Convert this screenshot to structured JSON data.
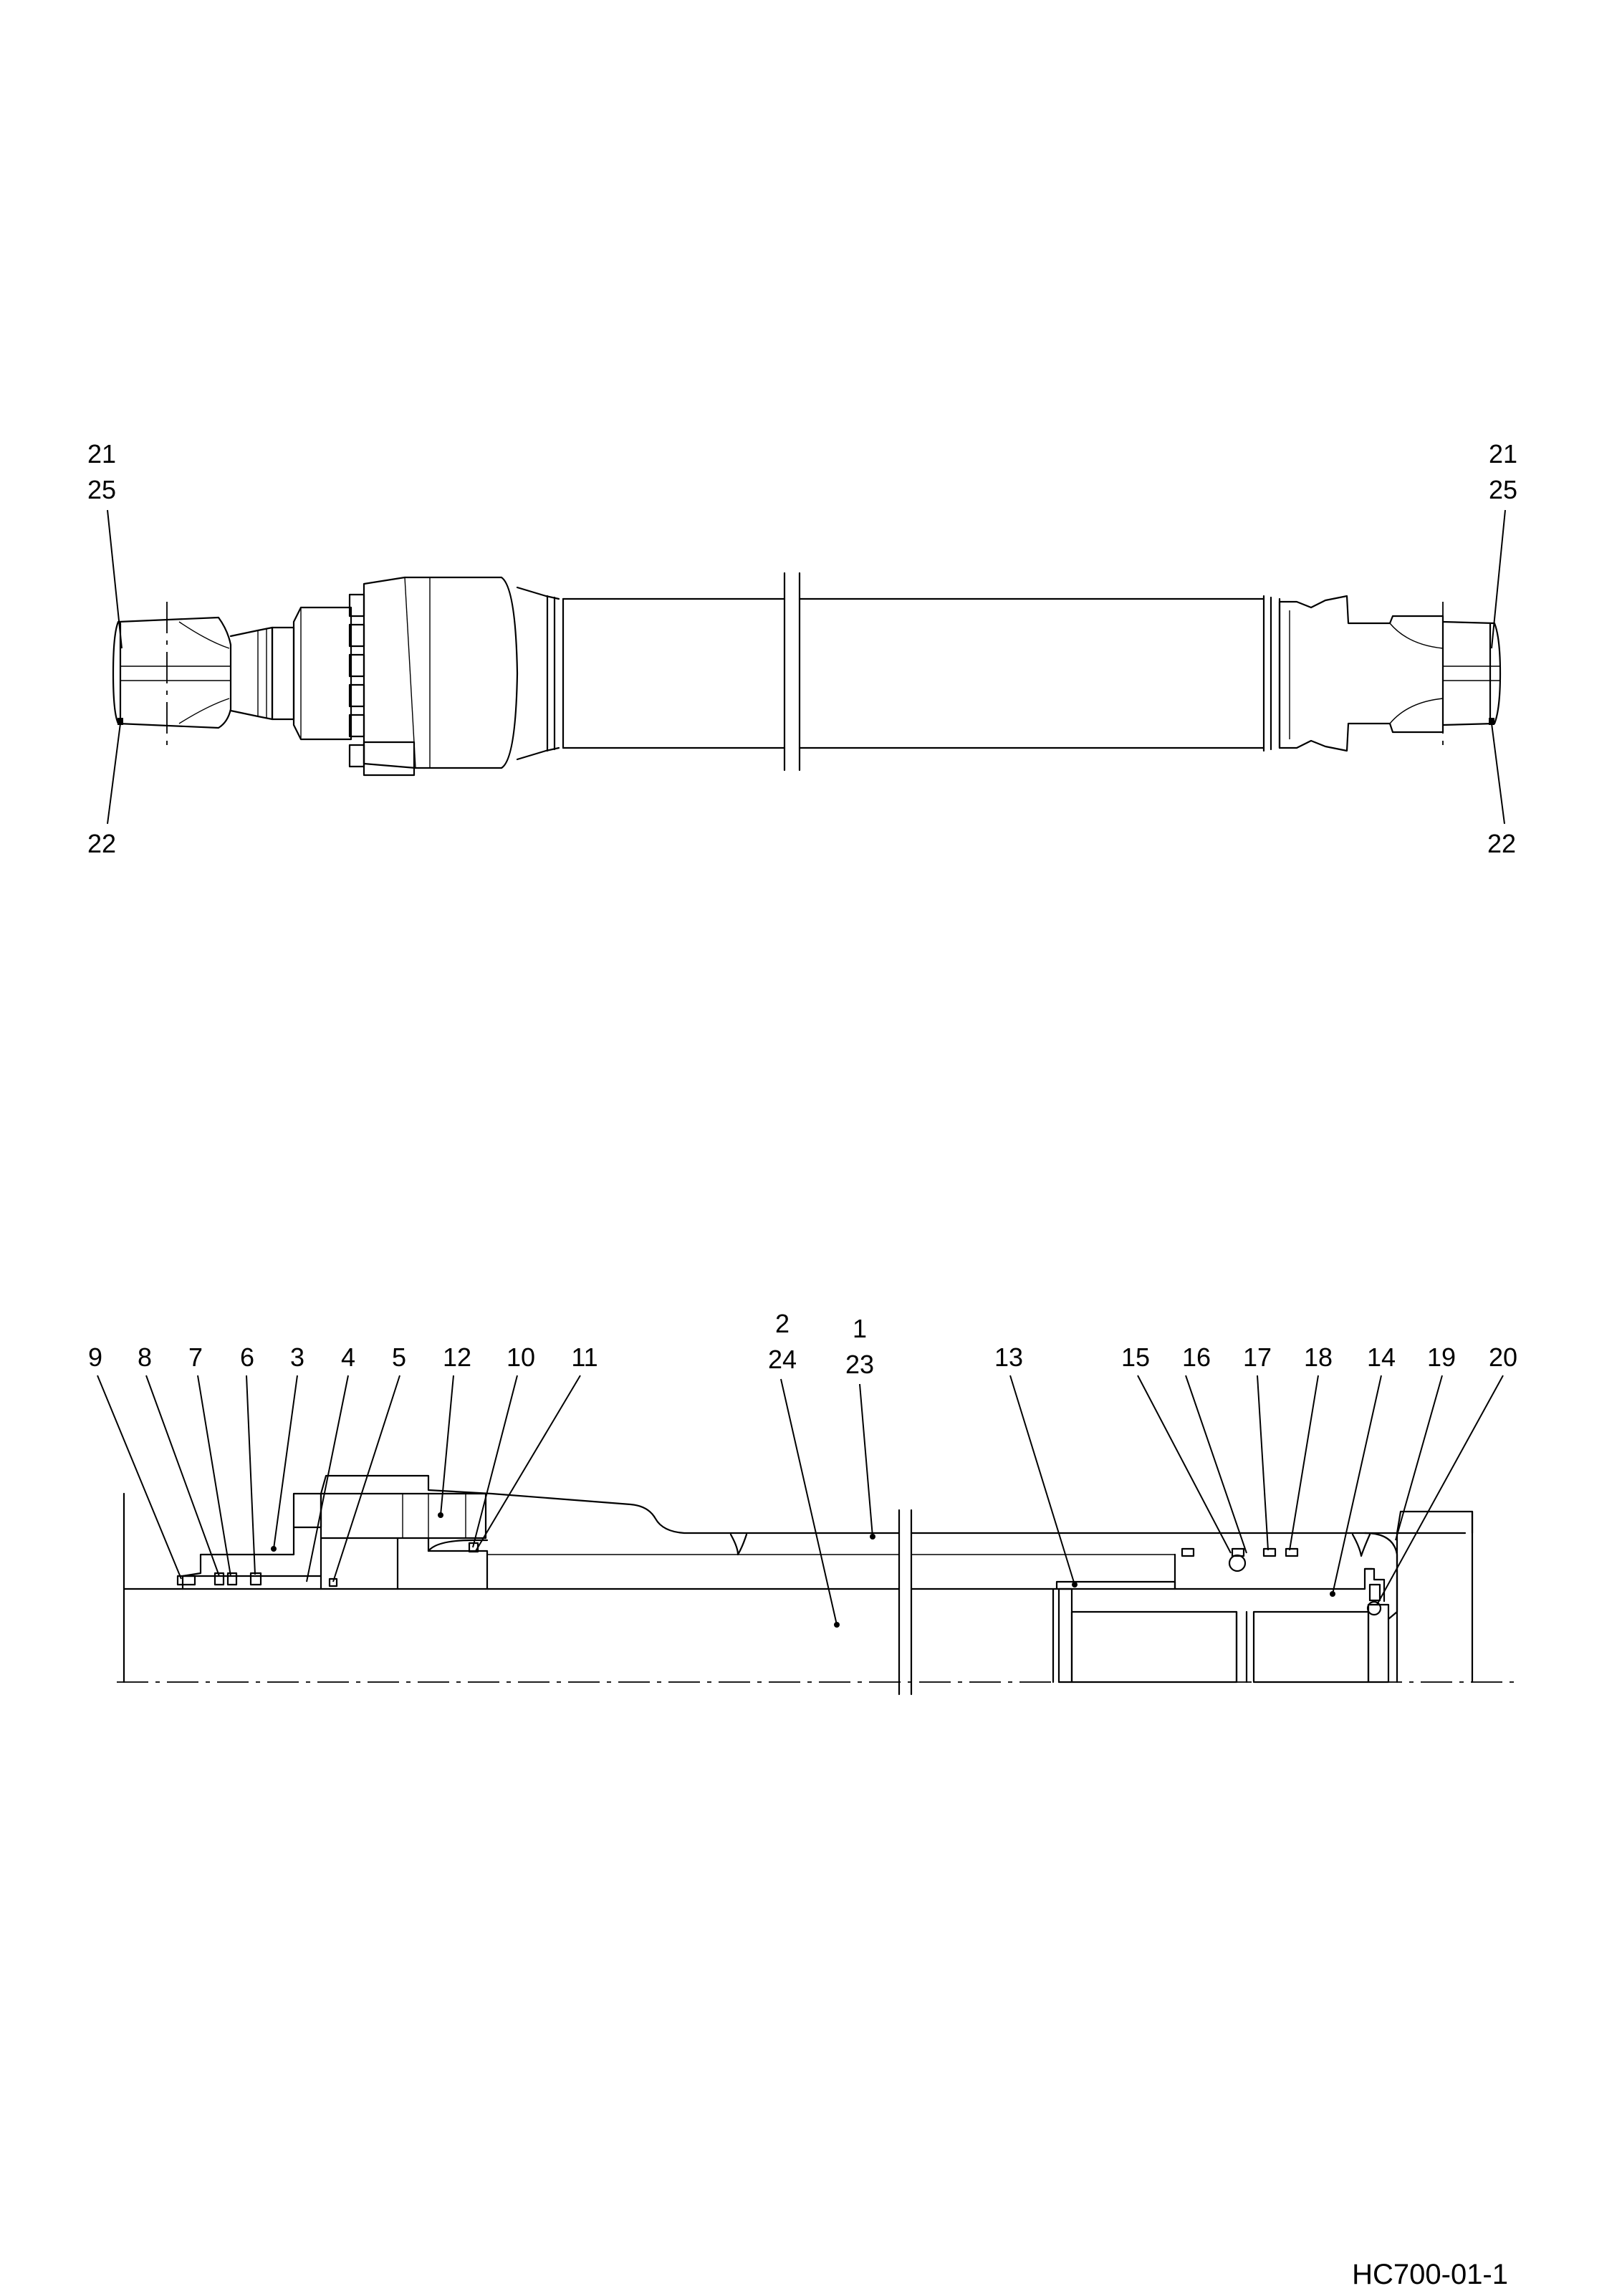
{
  "drawing_code": "HC700-01-1",
  "top_view": {
    "labels": {
      "tl_a": "21",
      "tl_b": "25",
      "bl": "22",
      "tr_a": "21",
      "tr_b": "25",
      "br": "22"
    }
  },
  "section_view": {
    "labels": {
      "p9": "9",
      "p8": "8",
      "p7": "7",
      "p6": "6",
      "p3": "3",
      "p4": "4",
      "p5": "5",
      "p12": "12",
      "p10": "10",
      "p11": "11",
      "p2": "2",
      "p24": "24",
      "p1": "1",
      "p23": "23",
      "p13": "13",
      "p15": "15",
      "p16": "16",
      "p17": "17",
      "p18": "18",
      "p14": "14",
      "p19": "19",
      "p20": "20"
    }
  }
}
